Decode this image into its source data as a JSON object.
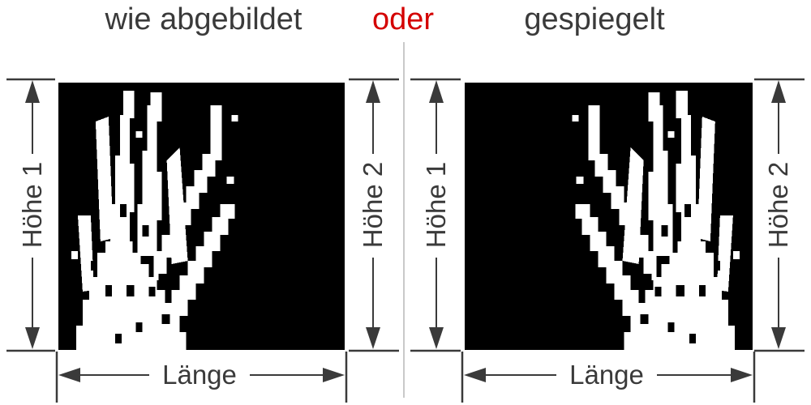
{
  "header": {
    "option_left": "wie abgebildet",
    "connector": "oder",
    "option_right": "gespiegelt"
  },
  "dimensions": {
    "height1": "Höhe 1",
    "height2": "Höhe 2",
    "length": "Länge"
  },
  "colors": {
    "text": "#3a3a3a",
    "connector_red": "#d40000",
    "dimension_line": "#3a3a3a",
    "divider": "#c9c9c9",
    "panel_background": "#000000",
    "silhouette": "#ffffff"
  }
}
